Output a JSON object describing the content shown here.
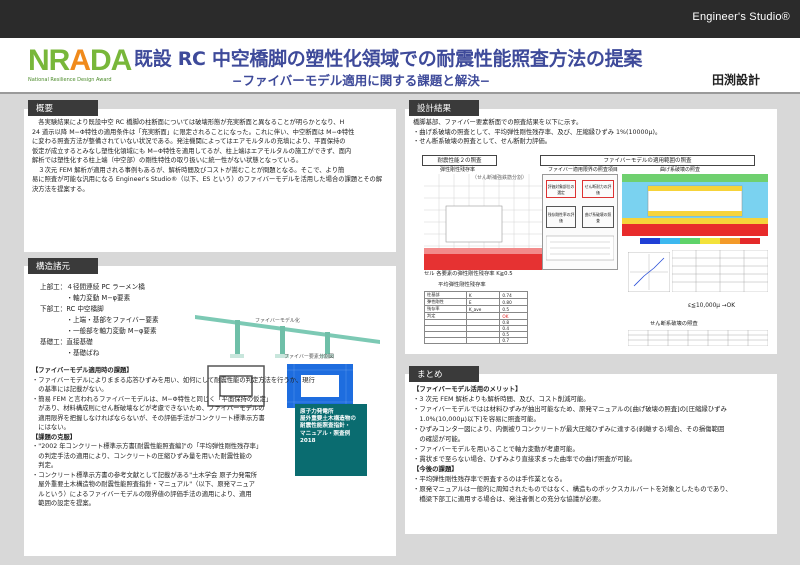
{
  "header": {
    "studio": "Engineer's Studio®",
    "logo_text_nr": "NR",
    "logo_text_a": "A",
    "logo_text_da": "DA",
    "logo_sub": "National Resilience Design Award",
    "title": "既設 RC 中空橋脚の塑性化領域での耐震性能照査方法の提案",
    "subtitle": "−ファイバーモデル適用に関する課題と解決−",
    "author": "田渕設計"
  },
  "gaiyo": {
    "label": "概要",
    "lines": [
      "　各実験結果により既設中空 RC 橋脚の柱断面については破壊形態が充実断面と異なることが明らかとなり、H",
      "24 道示以降 M−Φ特性の適用条件は「充実断面」に限定されることになった。これに伴い、中空断面は M−Φ特性",
      "に変わる照査方法が整備されていない状況である。発注機関によってはエアモルタルの充填により、平面保持の",
      "仮定が成立するとみなし塑性化領域にも M−Φ特性を適用してるが、柱上端はエアモルタルの施工ができず、面内",
      "解析では塑性化する柱上端（中空部）の剛性特性の取り扱いに統一性がない状態となっている。",
      "　３次元 FEM 解析が適用される事例もあるが、解析時間及びコストが嵩むことが問題となる。そこで、より簡",
      "易に照査が可能な汎用になる Engineer's Studio®（以下、ES という）のファイバーモデルを活用した場合の課題とその解",
      "決方法を提案する。"
    ]
  },
  "kozo": {
    "label": "構造諸元",
    "spec_lines": [
      "上部工：４径間連続 PC ラーメン橋",
      "　　　　・軸力変動 M−φ要素",
      "下部工：RC 中空橋脚",
      "　　　　・上端・基部をファイバー要素",
      "　　　　・一般部を軸力変動 M−φ要素",
      "基礎工：直接基礎",
      "　　　　・基礎ばね"
    ],
    "fiber_heading": "【ファイバーモデル適用時の課題】",
    "fiber_lines": [
      "・ファイバーモデルによりままる応答ひずみを用い、如何にして耐震性能の判定方法を行うか、現行",
      "　の基準には記載がない。",
      "・簡易 FEM と言われるファイバーモデルは、M−Φ特性と同じく「平面保持の仮定」",
      "　があり、材料構成則にせん断破壊などが考慮できないため、ファイバーモデルの",
      "　適用限界を把握しなければならないが、その評価手法がコンクリート標準示方書",
      "　にはない。"
    ],
    "solution_heading": "【課題の克服】",
    "solution_lines": [
      "・\"2002 年コンクリート標準示方書[耐震性能照査編]\"の「平均弾性剛性残存率」",
      "　の判定手法の適用により、コンクリートの圧縮ひずみ量を用いた耐震性能の",
      "　判定。",
      "・コンクリート標準示方書の参考文献として記載がある\"土木学会 原子力発電所",
      "　屋外重要土木構造物の耐震性能照査指針・マニュアル\"（以下、原発マニュア",
      "　ルという）によるファイバーモデルの限界値の評価手法の適用により、適用",
      "　範囲の設定を提案。"
    ],
    "book_title_lines": [
      "原子力発電所",
      "屋外重要土木構造物の",
      "耐震性能照査指針・",
      "マニュアル・照査例",
      "2018"
    ],
    "bridge_caption": "ファイバーモデル化",
    "section_caption": "ファイバー要素分割図"
  },
  "kekka": {
    "label": "設計結果",
    "lines": [
      "橋脚基部、ファイバー要素断面での照査結果を以下に示す。",
      "・曲げ系破壊の照査として、平均弾性剛性残存率、及び、圧縮縁ひずみ 1%(10000μ)。",
      "・せん断系破壊の照査として、せん断耐力評価。"
    ],
    "box_left": "耐震性能２の照査",
    "box_right": "ファイバーモデルの適用範囲の照査",
    "sub_left": "弾性剛性残存率",
    "sub_mid": "ファイバー適用限界の照査項目",
    "sub_right": "曲げ系破壊の照査",
    "mesh_note": "（せん断補強鉄筋分割）",
    "result_left": "セル 各要素の弾性剛性残存率 K≧0.5",
    "table_title": "平均弾性剛性残存率",
    "strain_result": "ε≦10,000μ →OK",
    "shear_title": "せん断系破壊の照査",
    "flow_boxes": [
      "評価対象部位の選定",
      "せん断耐力の評価",
      "残存剛性率の評価",
      "曲げ系破壊の照査"
    ],
    "table_rows": [
      [
        "柱基部",
        "K",
        "0.74"
      ],
      [
        "弾性剛性",
        "E",
        "0.80"
      ],
      [
        "残存率",
        "K_ave",
        "0.5"
      ],
      [
        "判定",
        "",
        "OK"
      ],
      [
        "",
        "",
        "0.8"
      ],
      [
        "",
        "",
        "0.4"
      ],
      [
        "",
        "",
        "0.5"
      ],
      [
        "",
        "",
        "0.7"
      ]
    ]
  },
  "matome": {
    "label": "まとめ",
    "merit_heading": "【ファイバーモデル活用のメリット】",
    "merit_lines": [
      "・3 次元 FEM 解析よりも解析時間、及び、コスト削減可能。",
      "・ファイバーモデルではは材料ひずみが抽出可能なため、原発マニュアルの[曲げ破壊の照査]の[圧縮縁ひずみ",
      "　1.0%(10,000μ)以下]を容易に照査可能。",
      "・ひずみコンター図により、内側被りコンクリートが最大圧縮ひずみに達する(剥離する)場合、その損傷範囲",
      "　の確認が可能。",
      "・ファイバーモデルを用いることで軸力変動が考慮可能。",
      "・貫状まで至らない場合、ひずみより直接求まった曲率での曲げ照査が可能。"
    ],
    "future_heading": "【今後の課題】",
    "future_lines": [
      "・平均弾性剛性残存率で照査するのは手作業となる。",
      "・原発マニュアルは一般的に周知されたものではなく、構造ものボックスカルバートを対象としたものであり、",
      "　橋梁下部工に適用する場合は、発注者側との充分な協議が必要。"
    ]
  },
  "colors": {
    "title_blue": "#3e4a9a",
    "logo_green": "#78b73a",
    "logo_orange": "#f08a1b",
    "header_dark": "#2b2b2b",
    "panel_gray": "#d8d8d8"
  }
}
